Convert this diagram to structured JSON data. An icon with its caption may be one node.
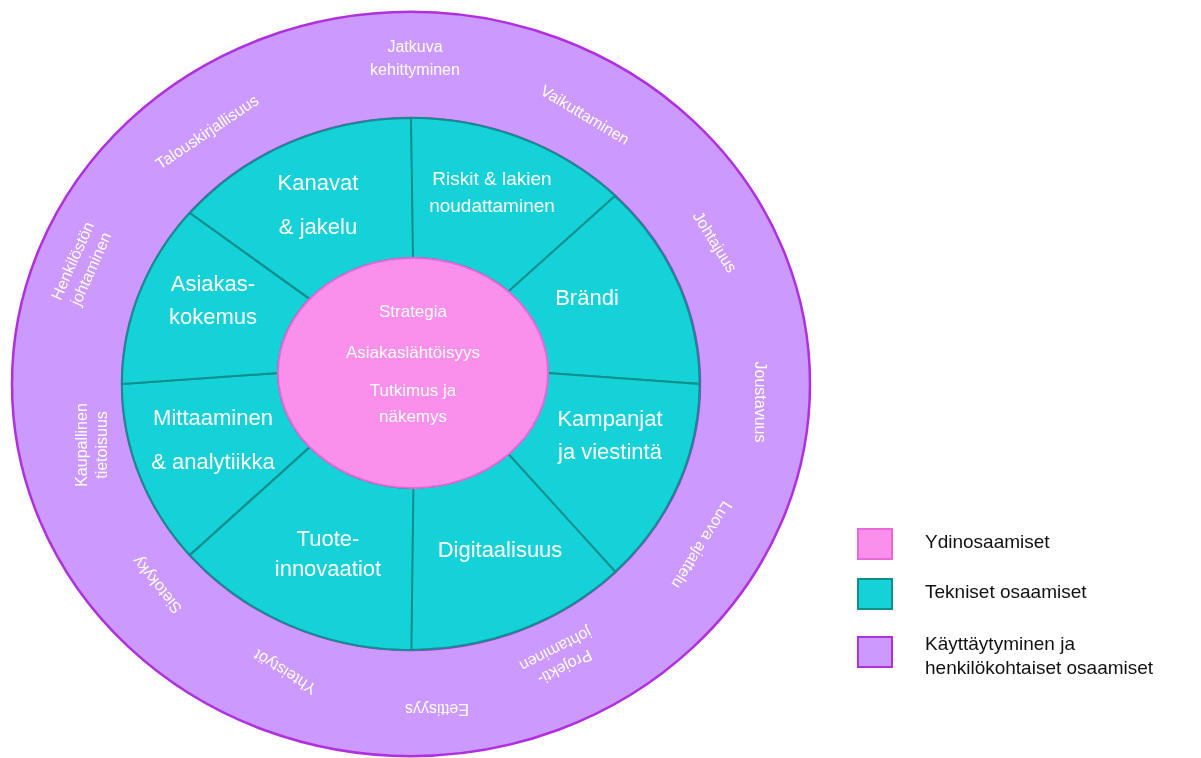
{
  "diagram": {
    "nodes": [
      {
        "text": [
          "Jatkuva kehittyminen",
          "Vaikuttaminen",
          "Johtajuus",
          "Joustavuus",
          "Luova ajattelu",
          "Projekti- johtaminen",
          "Eettisyys",
          "Yhteistyöt",
          "Sietokyky",
          "Kaupallinen tietoisuus",
          "Henkilöstön johtaminen",
          "Talouskirjallisuus"
        ]
      },
      {
        "text": [
          "Kanavat & jakelu"
        ],
        "in": 0
      },
      {
        "text": [
          "Riskit & lakien noudattaminen"
        ],
        "in": 0
      },
      {
        "text": [
          "Brändi"
        ],
        "in": 0
      },
      {
        "text": [
          "Kampanjat ja viestintä"
        ],
        "in": 0
      },
      {
        "text": [
          "Digitaalisuus"
        ],
        "in": 0
      },
      {
        "text": [
          "Tuote- innovaatiot"
        ],
        "in": 0
      },
      {
        "text": [
          "Mittaaminen & analytiikka"
        ],
        "in": 0
      },
      {
        "text": [
          "Asiakas- kokemus"
        ],
        "in": 0
      },
      {
        "text": [
          "Strategia",
          "Asiakaslähtöisyys",
          "Tutkimus ja näkemys"
        ],
        "in": 0
      }
    ],
    "edges": [],
    "legend": [
      {
        "text": "Ydinosaamiset",
        "color": "#fa8fec"
      },
      {
        "text": "Tekniset osaamiset",
        "color": "#14d2d8"
      },
      {
        "text": "Käyttäytyminen ja henkilökohtaiset osaamiset",
        "color": "#cc99ff"
      }
    ]
  }
}
